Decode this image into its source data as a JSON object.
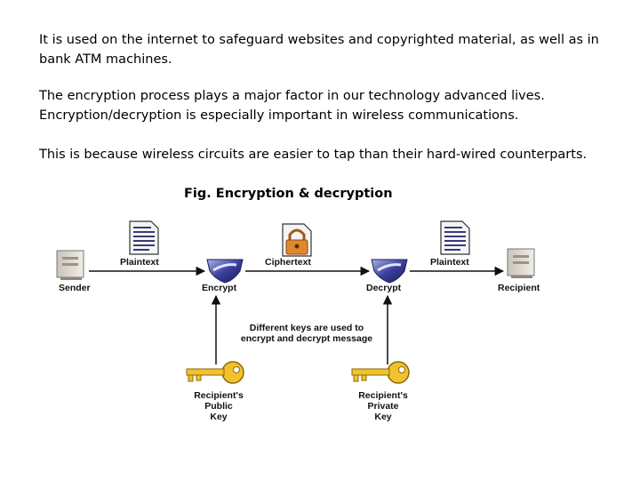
{
  "paragraphs": {
    "p1": "It is used on the internet to safeguard websites and copyrighted material, as well as in bank ATM machines.",
    "p2": "The encryption process plays a major factor in our technology advanced lives. Encryption/decryption is especially important in wireless communications.",
    "p3": "This is because wireless circuits are easier to tap than their hard-wired counterparts."
  },
  "caption": "Fig. Encryption & decryption",
  "diagram": {
    "sender": "Sender",
    "plaintext_left": "Plaintext",
    "encrypt": "Encrypt",
    "ciphertext": "Ciphertext",
    "decrypt": "Decrypt",
    "plaintext_right": "Plaintext",
    "recipient": "Recipient",
    "note_line1": "Different keys are used to",
    "note_line2": "encrypt and decrypt message",
    "public_key_line1": "Recipient's",
    "public_key_line2": "Public",
    "public_key_line3": "Key",
    "private_key_line1": "Recipient's",
    "private_key_line2": "Private",
    "private_key_line3": "Key"
  }
}
